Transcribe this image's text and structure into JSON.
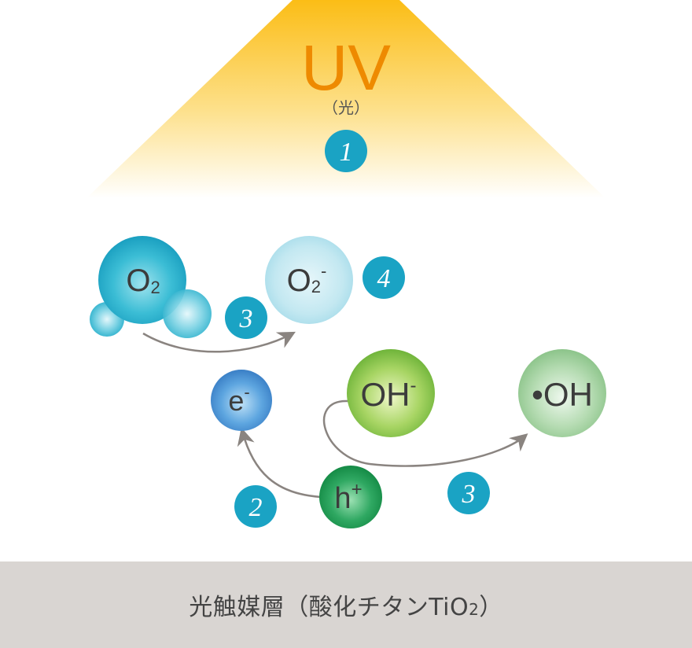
{
  "light": {
    "title": "UV",
    "subtitle": "（光）"
  },
  "steps": {
    "s1": "1",
    "s2": "2",
    "s3a": "3",
    "s3b": "3",
    "s4": "4"
  },
  "molecules": {
    "o2": {
      "main": "O",
      "sub": "2"
    },
    "o2_minus": {
      "main": "O",
      "sub": "2",
      "sup": "-"
    },
    "electron": {
      "main": "e",
      "sup": "-"
    },
    "hole": {
      "main": "h",
      "sup": "+"
    },
    "hydroxide": {
      "main": "OH",
      "sup": "-"
    },
    "hydroxyl_radical": {
      "main": "•OH"
    }
  },
  "footer": {
    "label": "光触媒層（酸化チタンTiO",
    "label_sub": "2",
    "label_end": "）"
  },
  "colors": {
    "uv_orange": "#ee8a00",
    "step_teal": "#1aa3c4",
    "footer_bg": "#d9d5d2",
    "arrow": "#8a8480"
  }
}
